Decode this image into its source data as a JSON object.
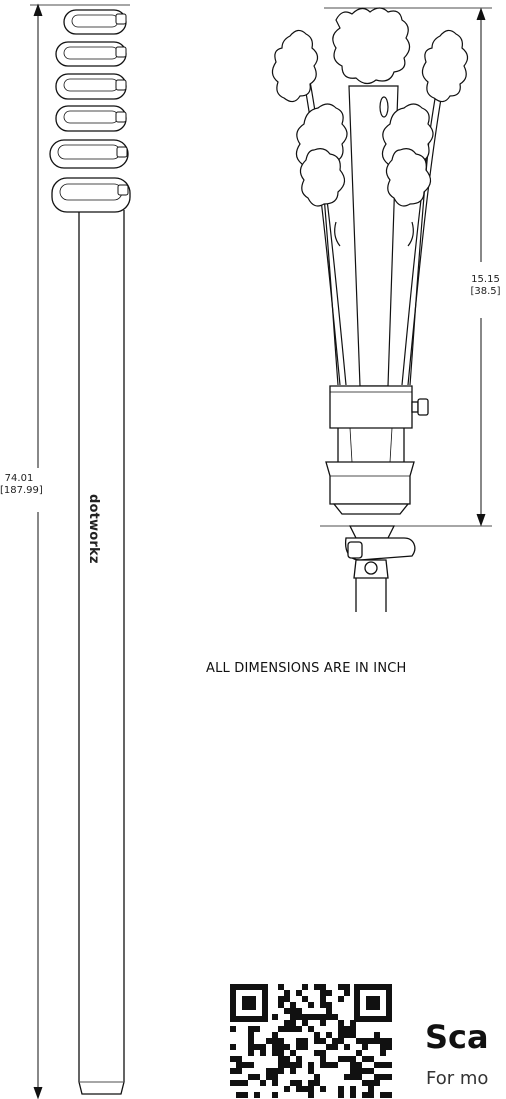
{
  "dimensions": {
    "total_length": "74.01",
    "total_length_metric": "[187.99]",
    "head_length": "15.15",
    "head_length_metric": "[38.5]"
  },
  "note": "ALL DIMENSIONS ARE IN INCH",
  "brand": "dotworkz",
  "qr": {
    "title": "Sca",
    "subtitle": "For mo"
  },
  "colors": {
    "line": "#111111",
    "background": "#ffffff"
  }
}
